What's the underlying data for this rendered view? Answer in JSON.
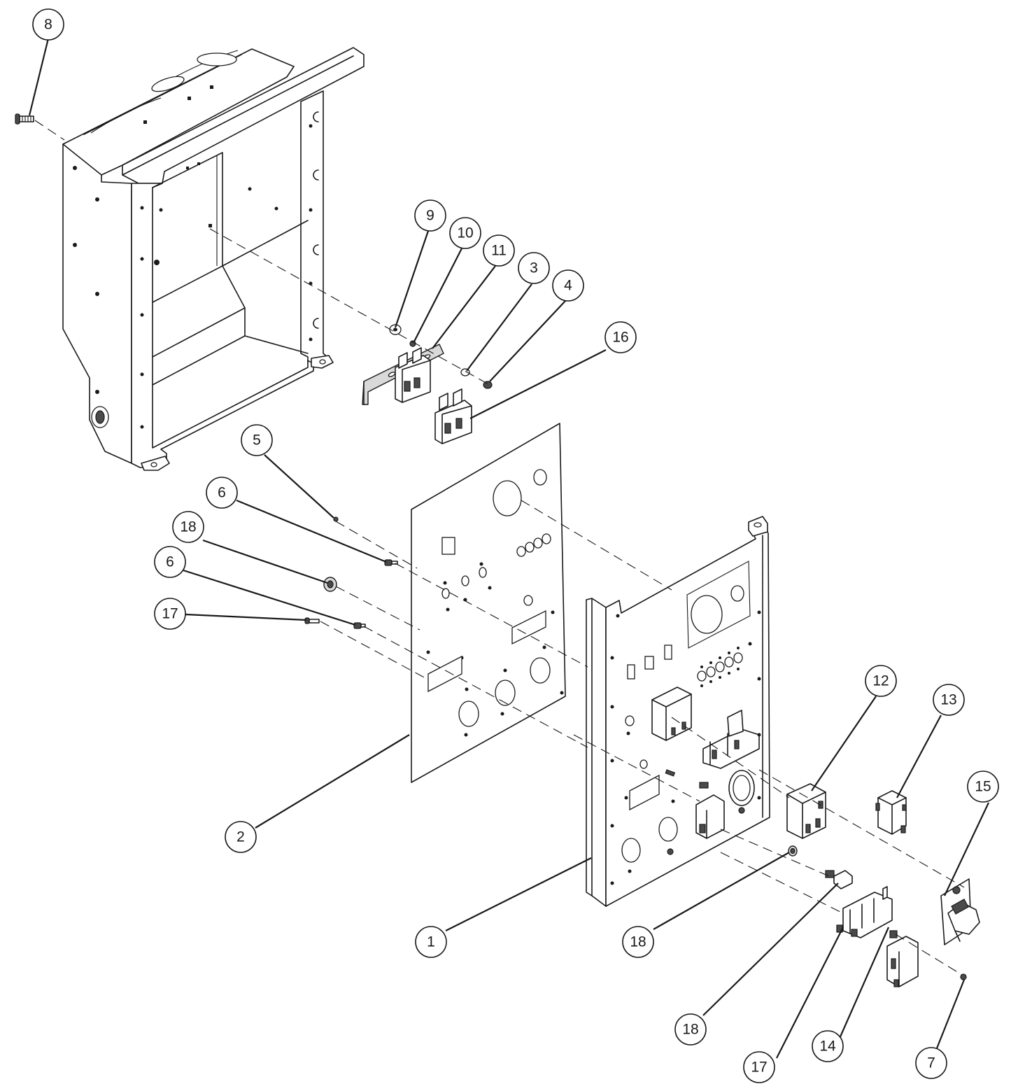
{
  "diagram": {
    "callouts": [
      {
        "id": "c8",
        "label": "8"
      },
      {
        "id": "c9",
        "label": "9"
      },
      {
        "id": "c10",
        "label": "10"
      },
      {
        "id": "c11",
        "label": "11"
      },
      {
        "id": "c3",
        "label": "3"
      },
      {
        "id": "c4",
        "label": "4"
      },
      {
        "id": "c16",
        "label": "16"
      },
      {
        "id": "c5",
        "label": "5"
      },
      {
        "id": "c6a",
        "label": "6"
      },
      {
        "id": "c18a",
        "label": "18"
      },
      {
        "id": "c6b",
        "label": "6"
      },
      {
        "id": "c17a",
        "label": "17"
      },
      {
        "id": "c2",
        "label": "2"
      },
      {
        "id": "c1",
        "label": "1"
      },
      {
        "id": "c18b",
        "label": "18"
      },
      {
        "id": "c18c",
        "label": "18"
      },
      {
        "id": "c17b",
        "label": "17"
      },
      {
        "id": "c12",
        "label": "12"
      },
      {
        "id": "c13",
        "label": "13"
      },
      {
        "id": "c15",
        "label": "15"
      },
      {
        "id": "c14",
        "label": "14"
      },
      {
        "id": "c7",
        "label": "7"
      }
    ]
  }
}
